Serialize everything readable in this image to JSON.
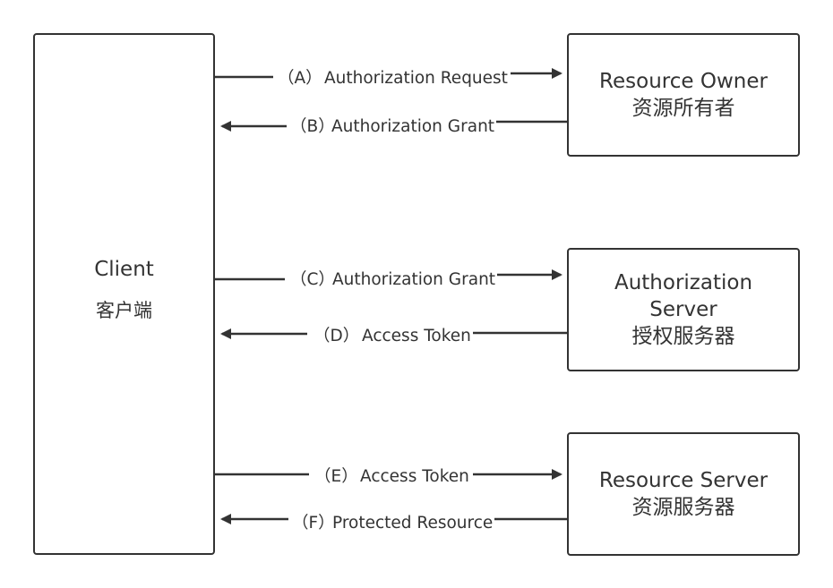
{
  "client": {
    "title": "Client",
    "subtitle": "客户端"
  },
  "resource_owner": {
    "title": "Resource Owner",
    "subtitle": "资源所有者"
  },
  "authorization_server": {
    "title_line1": "Authorization",
    "title_line2": "Server",
    "subtitle": "授权服务器"
  },
  "resource_server": {
    "title": "Resource Server",
    "subtitle": "资源服务器"
  },
  "flows": [
    {
      "step": "（A）",
      "label": "Authorization Request",
      "direction": "client-to-resource-owner"
    },
    {
      "step": "（B）",
      "label": "Authorization Grant",
      "direction": "resource-owner-to-client"
    },
    {
      "step": "（C）",
      "label": "Authorization Grant",
      "direction": "client-to-authorization-server"
    },
    {
      "step": "（D）",
      "label": "Access Token",
      "direction": "authorization-server-to-client"
    },
    {
      "step": "（E）",
      "label": "Access Token",
      "direction": "client-to-resource-server"
    },
    {
      "step": "（F）",
      "label": "Protected Resource",
      "direction": "resource-server-to-client"
    }
  ],
  "colors": {
    "stroke": "#333333",
    "text": "#333333",
    "background": "#ffffff"
  }
}
